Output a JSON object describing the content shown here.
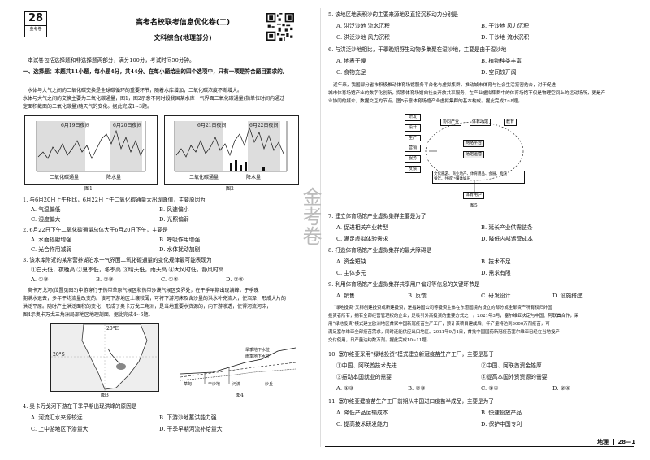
{
  "header": {
    "badge_number": "28",
    "badge_sub": "金考卷",
    "title": "高考名校联考信息优化卷(二)",
    "subtitle": "文科综合(地理部分)"
  },
  "intro": {
    "note": "本试卷包括选择题和非选择题两部分，满分100分，考试时间50分钟。",
    "section": "一、选择题：本题共11小题，每小题4分，共44分。在每小题给出的四个选项中，只有一项是符合题目要求的。",
    "passage1": [
      "水体与大气之间的二氧化碳交换是全球碳循环的重要环节，随着水库增加，二氧化碳浓度不断增大。",
      "水体与大气之间的交换主要为二氧化碳通量，图1，图2示意不同时段我国某水库一气界面二氧化碳通量(指单位时间内通过一",
      "定面积截面的二氧化碳量)随天气的变化。据此完成1~3题。"
    ]
  },
  "fig1": {
    "label_a": "6月19日夜间",
    "label_b": "6月20日夜间",
    "legend_a": "二氧化碳通量",
    "legend_b": "降水量",
    "caption": "图1"
  },
  "fig2": {
    "label_a": "6月21日夜间",
    "label_b": "6月22日夜间",
    "legend_a": "二氧化碳通量",
    "legend_b": "降水量",
    "caption": "图2"
  },
  "q1": {
    "stem": "1. 与6月20日上午相比，6月22日上午二氧化碳通量大出现峰值，主要原因为",
    "a": "A. 气温偏低",
    "b": "B. 风速偏小",
    "c": "C. 湿度偏大",
    "d": "D. 光照偏弱"
  },
  "q2": {
    "stem": "2. 6月22日下午二氧化碳通量总体大于6月20日下午，主要是",
    "a": "A. 水面辐射增强",
    "b": "B. 呼吸作用增强",
    "c": "C. 光合作用减弱",
    "d": "D. 水体扰动加剧"
  },
  "q3": {
    "stem": "3. 该水库附近的某常营养湖泊水一气界面二氧化碳通量的变化规律最可能表现为",
    "items": "①白天低，夜晚高  ②夏季低，冬季高  ③晴天低，雨天高  ④大风时低，静风时高",
    "a": "A. ①③",
    "b": "B. ②③",
    "c": "C. ①④",
    "d": "D. ②④"
  },
  "passage2": [
    "奥卡万戈河(位置见图3)中游穿行于热带草原气候区和热带沙漠气候区交界处，在干季早期出现满峰，于季晚",
    "期满水退去，多年平均流量改变的。该河下游地区土壤较薄，可将下游河床及含沙量的洪水补充流入，使沼泽，形成大片的",
    "洪泛平原。随时产生洪泛面积的变化，形成了奥卡万戈三角洲，是当地重要水资源的，向下游渗透，使得河流河床，",
    "图4示奥卡万戈三角洲局部地区地理剖面。据此完成4~6题。"
  ],
  "fig3": {
    "caption": "图3",
    "lat": "20°S",
    "lon": "20°E"
  },
  "fig4": {
    "caption": "图4",
    "labels": [
      "草甸",
      "干沙地",
      "河流",
      "沙丘"
    ],
    "water": "旱季地下水位",
    "water2": "雨季地下水位"
  },
  "q4": {
    "stem": "4. 奥卡万戈河下游在干季早期出现洪峰的原因是",
    "a": "A. 河流汇水来源较远",
    "b": "B. 下游沙地蓄洪能力强",
    "c": "C. 上中游地区下渗量大",
    "d": "D. 干季早期河流补给量大"
  },
  "q5": {
    "stem": "5. 该地区地表积沙的主要来源地及直接沉积动力分别是",
    "a": "A. 洪泛沙地   流水沉积",
    "b": "B. 干沙地   风力沉积",
    "c": "C. 洪泛沙地   风力沉积",
    "d": "D. 干沙地   流水沉积"
  },
  "q6": {
    "stem": "6. 与洪泛沙地相比，干季晚期野生动物多集聚在湿沙地，主要是由于湿沙地",
    "a": "A. 地表干燥",
    "b": "B. 植物种类丰富",
    "c": "C. 食物充足",
    "d": "D. 空间较开阔"
  },
  "passage3": [
    "近年来，我国部分省市积极推动体育场馆服务平台化与虚拟集群，推动城市体育与社会生活紧密结合，对于促进",
    "城市体育场馆产业的数字化创新，探索体育场馆向社会开放共享服务，在产业虚拟集群中的体育场馆不仅是物理空间上的运动场所，更是产",
    "业协同的媒介，数据交互的节点。图5示意体育场馆产业虚拟集群的基本构成。据此完成7~8题。"
  ],
  "fig5": {
    "caption": "图5",
    "left": [
      "研发",
      "设计",
      "生产",
      "营销",
      "服务",
      "反馈"
    ],
    "top": [
      "协同产业",
      "体育场馆",
      "教育"
    ],
    "mid": [
      "网络平台",
      "场馆运营"
    ],
    "bottom": [
      "文化旅游、商业地产、体育用品、会展、物流",
      "餐饮、住宿、媒体娱乐"
    ],
    "user": "体育用户"
  },
  "q7": {
    "stem": "7. 建立体育场馆产业虚拟集群主要是为了",
    "a": "A. 促进相关产业转型",
    "b": "B. 延长产业供需链条",
    "c": "C. 满足虚拟体验需求",
    "d": "D. 降低内部运营成本"
  },
  "q8": {
    "stem": "8. 打造体育场馆产业虚拟集群的最大障碍是",
    "a": "A. 资金短缺",
    "b": "B. 技术不足",
    "c": "C. 主体多元",
    "d": "D. 需求有限"
  },
  "q9": {
    "stem": "9. 利用体育场馆产业虚拟集群共享用户偏好等信息的关键环节是",
    "a": "A. 销售",
    "b": "B. 反馈",
    "c": "C. 研发设计",
    "d": "D. 设施搭建"
  },
  "passage4": [
    "“绿地投资”又称创建投资或新建投资，是指跨国公司等投资主体在东道国境内设立的部分或全部资产所有权归外国",
    "投资者所有，拥有全部经营管理权的企业，是吸引外商投资的重要方式之一。2021年3月，塞尔维亚决定与中国、阿联酋合作，采",
    "用“绿地投资”模式建立欧洲地区首家中国新冠疫苗生产工厂，预计该项目建成后，年产量将达到3000万剂疫苗，可",
    "满足塞尔维亚全部疫苗需求，同时还能供应出口地区。2021年9月4日，首批中国国药新冠疫苗塞尔维亚已经在当地投产",
    "交付使用，日产量达约数万剂。据此完成10~11题。"
  ],
  "q10": {
    "stem": "10. 塞尔维亚采用“绿地投资”模式建立新冠疫苗生产工厂，主要是基于",
    "i1": "①中国、阿联酋技术先进",
    "i2": "②中国、阿联酋资金雄厚",
    "i3": "③振动本国就业的需要",
    "i4": "④提高本国外资资源的需要",
    "a": "A. ①③",
    "b": "B. ②③",
    "c": "C. ①④",
    "d": "D. ②④"
  },
  "q11": {
    "stem": "11. 塞尔维亚建疫苗生产工厂前期从中国进口疫苗半成品，主要是为了",
    "a": "A. 降低产品运输成本",
    "b": "B. 快速投放产品",
    "c": "C. 提高技术研发能力",
    "d": "D. 保护中国专利"
  },
  "footer": {
    "subject": "地理",
    "page": "28—1"
  },
  "stamp": "金考卷"
}
